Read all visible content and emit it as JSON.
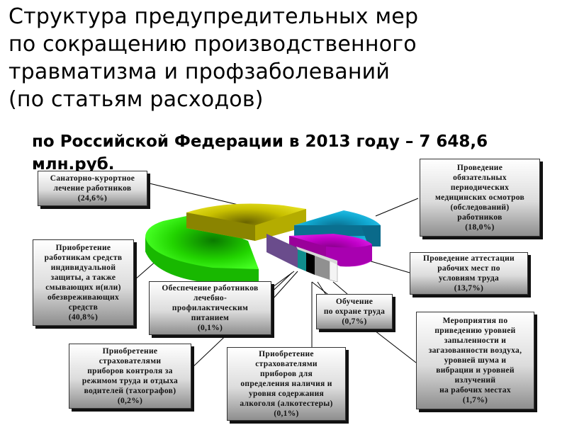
{
  "header": {
    "title": "Структура предупредительных мер\nпо сокращению производственного\nтравматизма и профзаболеваний\n(по статьям расходов)",
    "subtitle": "по Российской Федерации  в 2013 году – 7 648,6 млн.руб."
  },
  "chart_data": {
    "type": "pie",
    "style": "3d-exploded",
    "title": "Структура предупредительных мер по сокращению производственного травматизма и профзаболеваний (по статьям расходов)",
    "subtitle": "по Российской Федерации в 2013 году – 7 648,6 млн.руб.",
    "total": 7648.6,
    "unit": "млн.руб.",
    "legend": "none (callout labels)",
    "slices": [
      {
        "label": "Приобретение работникам средств индивидуальной защиты, а также смывающих и(или) обезвреживающих средств",
        "value": 40.8,
        "color": "#22e000"
      },
      {
        "label": "Санаторно-курортное лечение работников",
        "value": 24.6,
        "color": "#c8c000"
      },
      {
        "label": "Проведение обязательных периодических медицинских осмотров (обследований) работников",
        "value": 18.0,
        "color": "#10a8d0"
      },
      {
        "label": "Проведение аттестации рабочих мест по условиям труда",
        "value": 13.7,
        "color": "#c000c8"
      },
      {
        "label": "Мероприятия по приведению уровней запыленности и загазованности воздуха, уровней шума и вибрации и уровней излучений на рабочих местах",
        "value": 1.7,
        "color": "#6a4c8c"
      },
      {
        "label": "Обучение по охране труда",
        "value": 0.7,
        "color": "#108c8c"
      },
      {
        "label": "Приобретение страхователями приборов контроля за режимом труда и отдыха водителей (тахографов)",
        "value": 0.2,
        "color": "#000000"
      },
      {
        "label": "Обеспечение работников лечебно-профилактическим питанием",
        "value": 0.1,
        "color": "#909090"
      },
      {
        "label": "Приобретение страхователями приборов для определения наличия и уровня содержания алкоголя (алкотестеры)",
        "value": 0.1,
        "color": "#f0f0f0"
      }
    ]
  },
  "callouts": {
    "sanatorium": "Санаторно-курортное\nлечение работников\n(24,6%)",
    "medical": "Проведение\nобязательных\nпериодических\nмедицинских осмотров\n(обследований)\nработников\n(18,0%)",
    "ppe": "Приобретение\nработникам средств\nиндивидуальной\nзащиты, а также\nсмывающих и(или)\nобезвреживающих\nсредств\n(40,8%)",
    "attestation": "Проведение аттестации\nрабочих мест по\nусловиям труда\n(13,7%)",
    "nutrition": "Обеспечение работников\nлечебно-\nпрофилактическим\nпитанием\n(0,1%)",
    "training": "Обучение\nпо охране труда\n(0,7%)",
    "environment": "Мероприятия по\nприведению уровней\nзапыленности и\nзагазованности воздуха,\nуровней шума и\nвибрации и уровней\nизлучений\nна рабочих местах\n(1,7%)",
    "tachographs": "Приобретение\nстрахователями\nприборов контроля за\nрежимом труда и отдыха\nводителей (тахографов)\n(0,2%)",
    "breathalyzers": "Приобретение\nстрахователями\nприборов для\nопределения наличия и\nуровня содержания\nалкоголя (алкотестеры)\n(0,1%)"
  }
}
